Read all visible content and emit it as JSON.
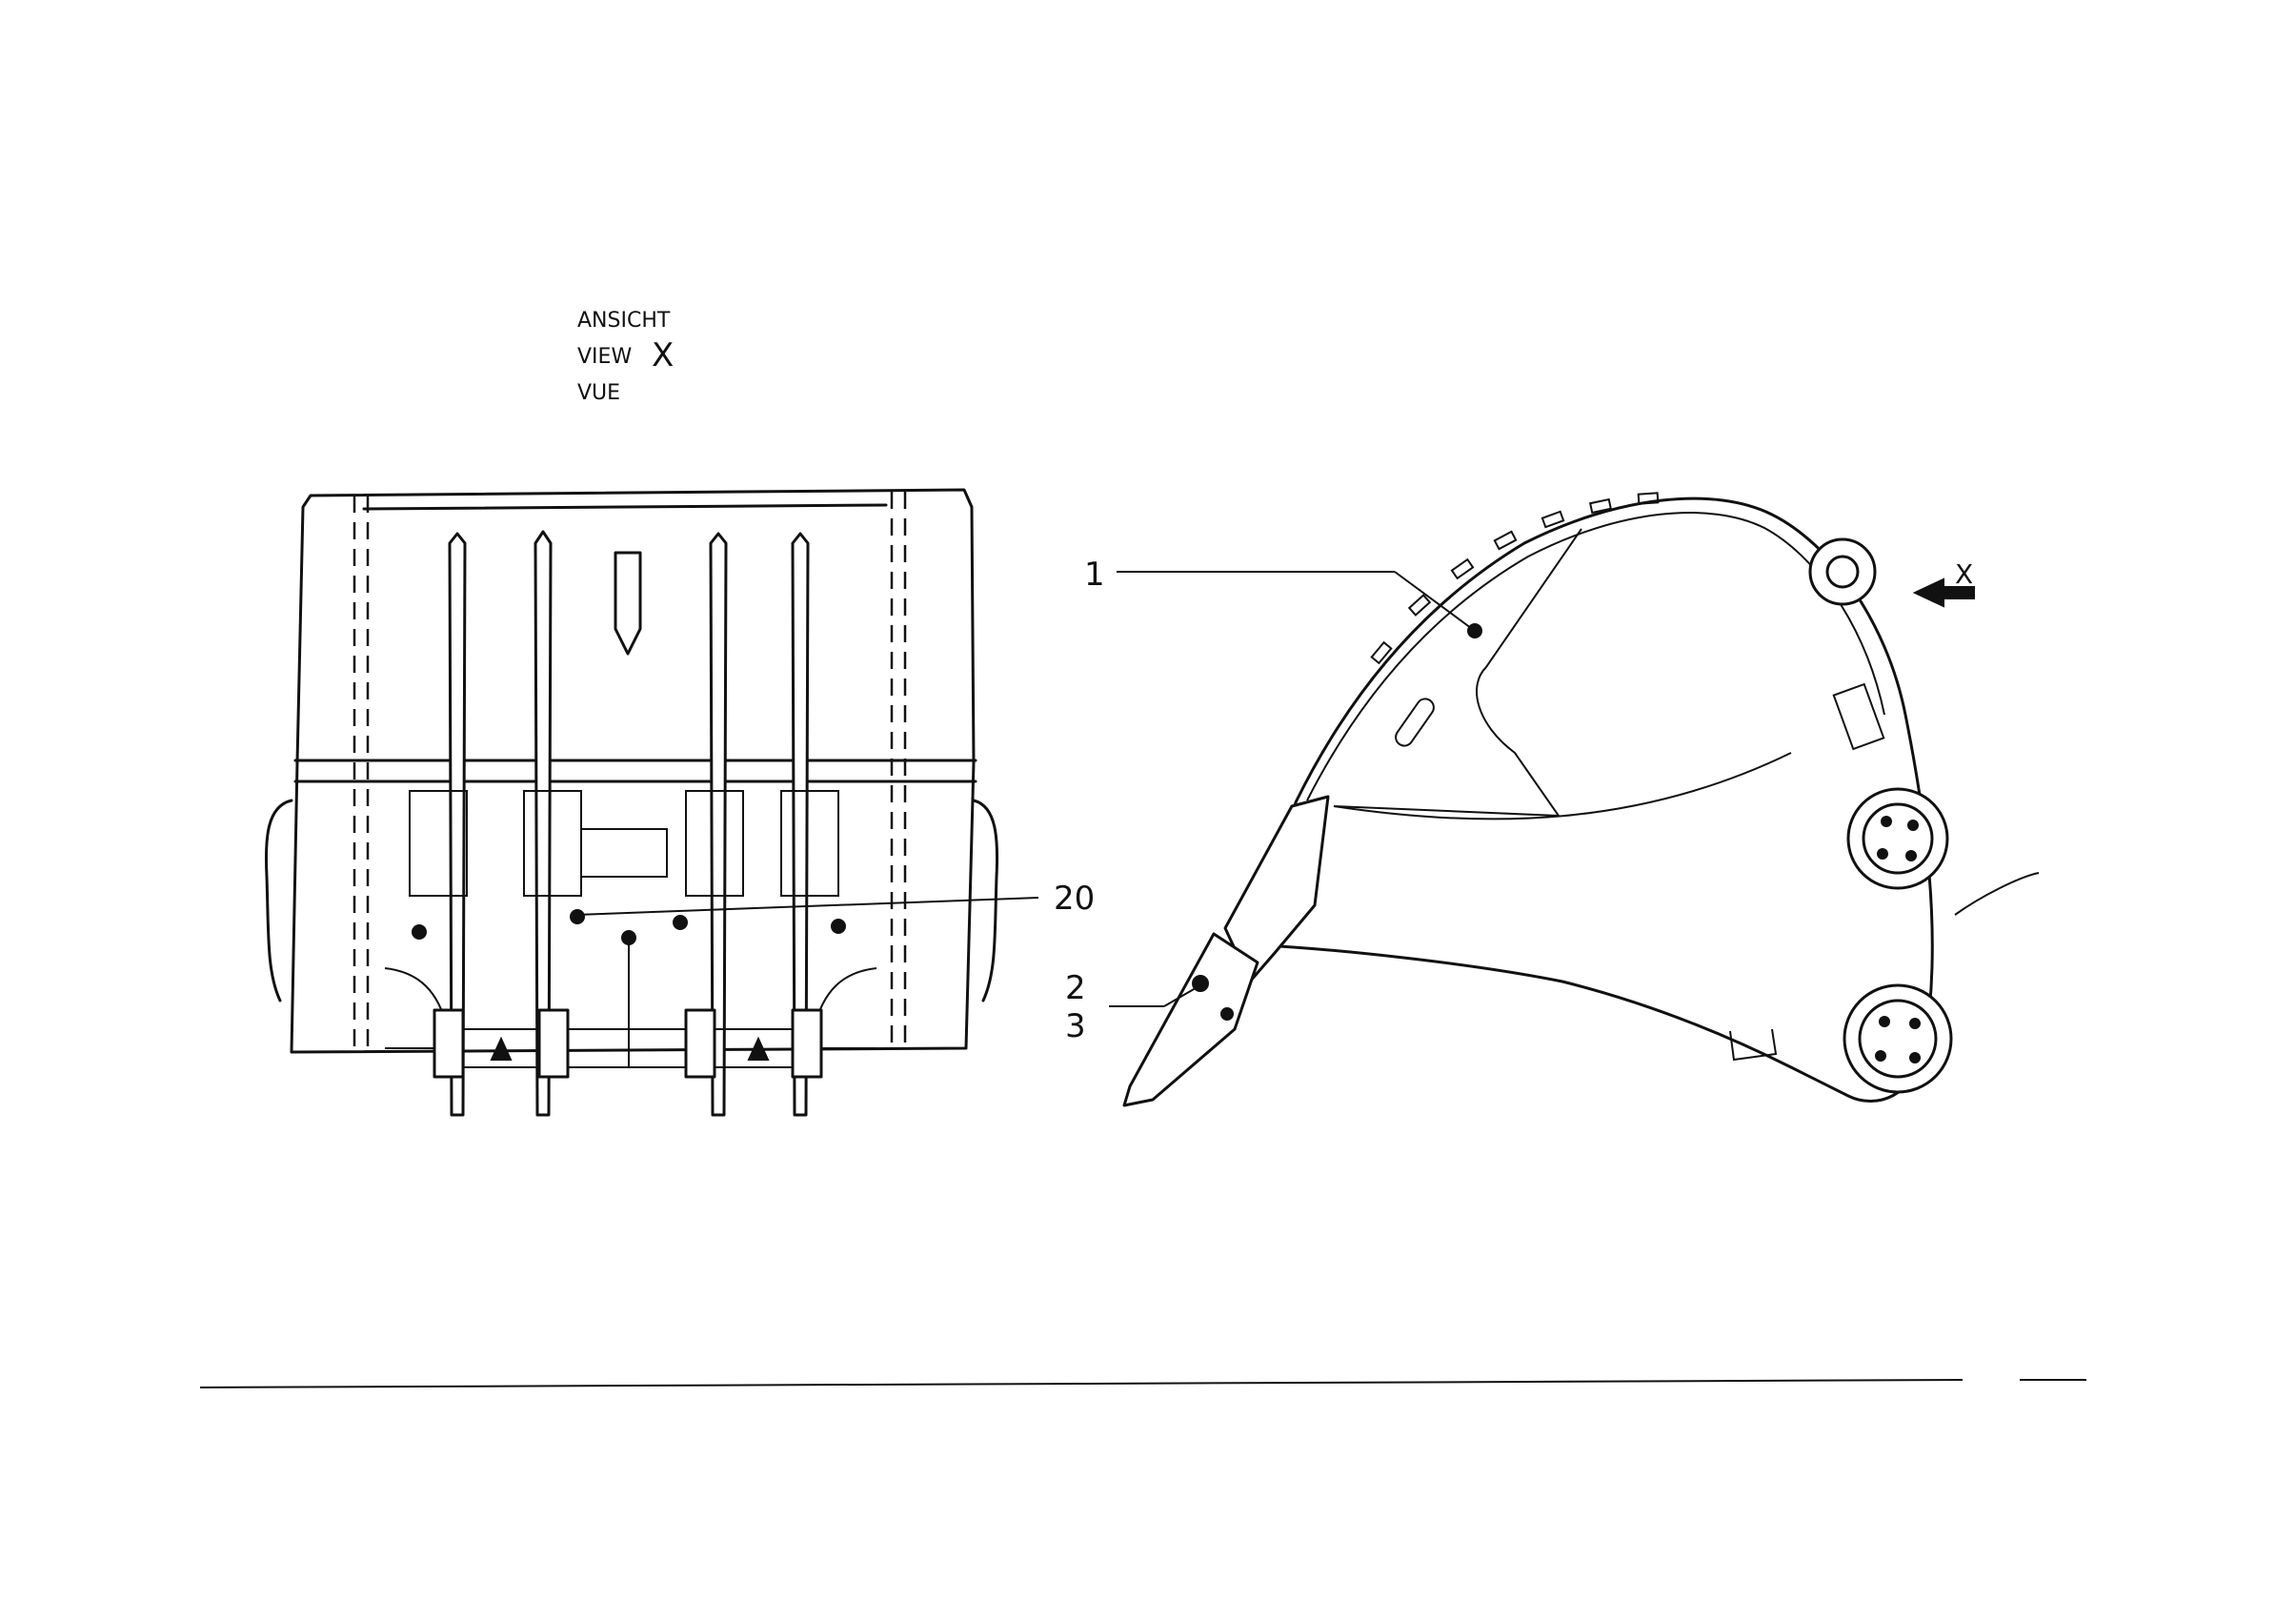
{
  "view_label": {
    "line1": "ANSICHT",
    "line2": "VIEW",
    "line3": "VUE",
    "letter": "X"
  },
  "view_arrow": {
    "letter": "X"
  },
  "callouts": [
    {
      "id": "1",
      "text": "1"
    },
    {
      "id": "2",
      "text": "2"
    },
    {
      "id": "3",
      "text": "3"
    },
    {
      "id": "20",
      "text": "20"
    }
  ]
}
